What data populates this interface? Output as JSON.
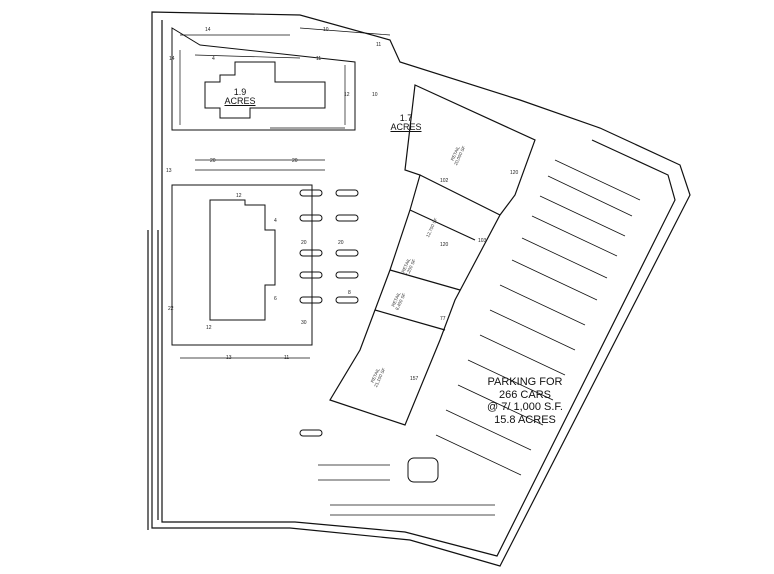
{
  "parcels": [
    {
      "line1": "1.9",
      "line2": "ACRES"
    },
    {
      "line1": "1.7",
      "line2": "ACRES"
    }
  ],
  "parking_note": {
    "line1": "PARKING FOR",
    "line2": "266 CARS",
    "line3": "@ 7/ 1,000 S.F.",
    "line4": "15.8 ACRES"
  },
  "buildings": [
    {
      "name": "RETAIL",
      "area": "20,000 SF"
    },
    {
      "name": "",
      "area": "12,700 SF"
    },
    {
      "name": "RETAIL",
      "area": "7,200 SF"
    },
    {
      "name": "RETAIL",
      "area": "8,400 SF"
    },
    {
      "name": "RETAIL",
      "area": "21,100 SF"
    }
  ],
  "stall_counts": {
    "top_left": [
      "14",
      "14",
      "4",
      "11",
      "12",
      "10",
      "10",
      "11",
      "13"
    ],
    "middle": [
      "20",
      "20",
      "12",
      "4",
      "20",
      "20",
      "8",
      "30",
      "6"
    ],
    "bottom": [
      "13",
      "11",
      "12",
      "22"
    ],
    "building_side": [
      "102",
      "120",
      "77",
      "157",
      "120",
      "103"
    ]
  }
}
